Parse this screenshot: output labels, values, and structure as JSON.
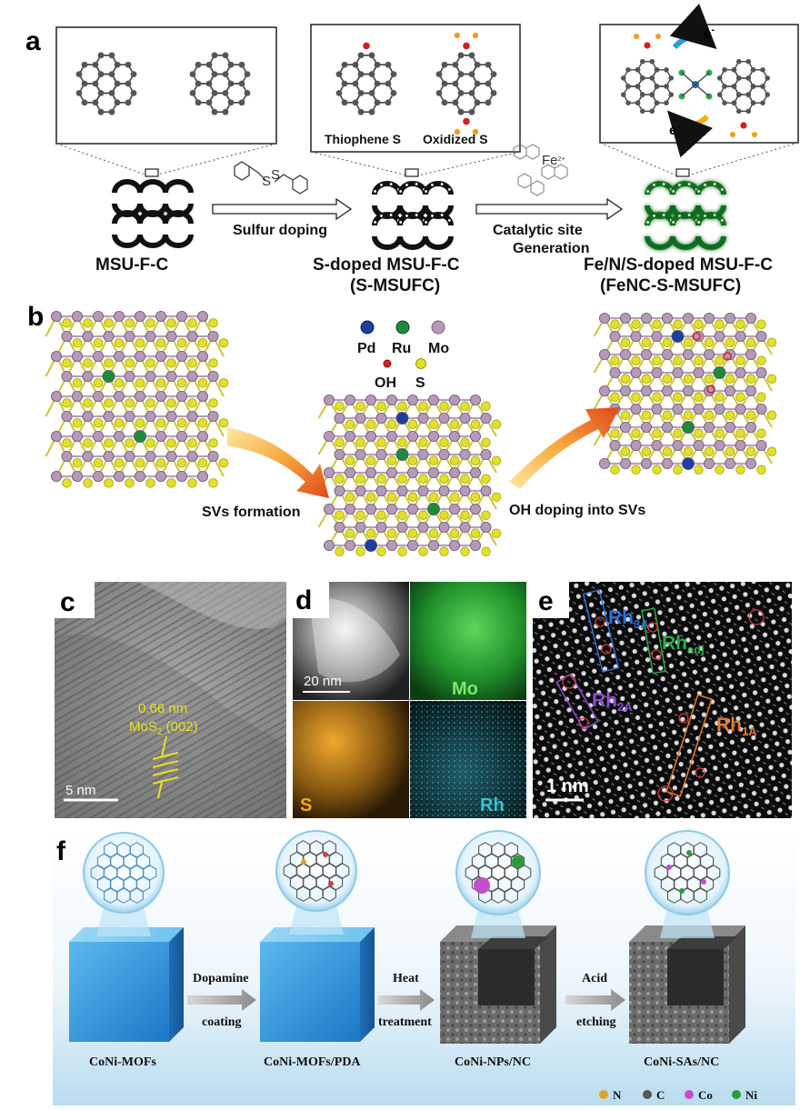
{
  "panels": {
    "a": {
      "label": "a",
      "stages": [
        "MSU-F-C",
        "S-doped MSU-F-C",
        "(S-MSUFC)",
        "Fe/N/S-doped MSU-F-C",
        "(FeNC-S-MSUFC)"
      ],
      "arrows": [
        "Sulfur doping",
        "Catalytic site",
        "Generation"
      ],
      "inset_labels": [
        "Thiophene S",
        "Oxidized S"
      ],
      "electron_label": "e",
      "electron_sup": "-",
      "reagent_label": "Fe",
      "reagent_sup": "2+",
      "reagent_s": "S"
    },
    "b": {
      "label": "b",
      "legend": [
        "Pd",
        "Ru",
        "Mo",
        "OH",
        "S"
      ],
      "arrows": [
        "SVs formation",
        "OH doping into SVs"
      ],
      "colors": {
        "Pd": "#1f3f9f",
        "Ru": "#1e8a3a",
        "Mo": "#b59ab8",
        "OH": "#d62020",
        "S": "#e3e02a"
      }
    },
    "c": {
      "label": "c",
      "scale": "5 nm",
      "spacing": "0.66 nm",
      "plane_pre": "MoS",
      "plane_sub": "2",
      "plane_post": " (002)"
    },
    "d": {
      "label": "d",
      "scale": "20 nm",
      "maps": [
        "Mo",
        "S",
        "Rh"
      ]
    },
    "e": {
      "label": "e",
      "scale": "1 nm",
      "sites": [
        {
          "main": "Rh",
          "sub": "3A",
          "color": "#2d6fd6"
        },
        {
          "main": "Rh",
          "sub": "adj",
          "color": "#2ea84a"
        },
        {
          "main": "Rh",
          "sub": "2A",
          "color": "#8a4ed0"
        },
        {
          "main": "Rh",
          "sub": "1A",
          "color": "#e07a35"
        }
      ]
    },
    "f": {
      "label": "f",
      "steps": [
        "CoNi-MOFs",
        "CoNi-MOFs/PDA",
        "CoNi-NPs/NC",
        "CoNi-SAs/NC"
      ],
      "arrows": [
        "Dopamine",
        "coating",
        "Heat",
        "treatment",
        "Acid",
        "etching"
      ],
      "legend": [
        "N",
        "C",
        "Co",
        "Ni"
      ],
      "colors": {
        "N": "#e3a12b",
        "C": "#555555",
        "Co": "#c24fc9",
        "Ni": "#2f9a3c"
      }
    }
  }
}
